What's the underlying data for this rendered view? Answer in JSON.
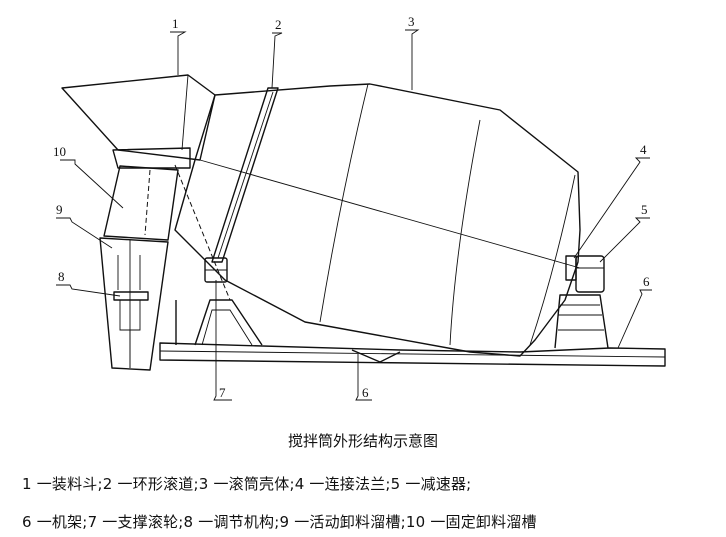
{
  "callouts": [
    {
      "id": "1",
      "label": "1"
    },
    {
      "id": "2",
      "label": "2"
    },
    {
      "id": "3",
      "label": "3"
    },
    {
      "id": "4",
      "label": "4"
    },
    {
      "id": "5",
      "label": "5"
    },
    {
      "id": "6a",
      "label": "6"
    },
    {
      "id": "6b",
      "label": "6"
    },
    {
      "id": "7",
      "label": "7"
    },
    {
      "id": "8",
      "label": "8"
    },
    {
      "id": "9",
      "label": "9"
    },
    {
      "id": "10",
      "label": "10"
    }
  ],
  "caption": "搅拌筒外形结构示意图",
  "legend_line1": "1 一装料斗;2 一环形滚道;3 一滚筒壳体;4 一连接法兰;5 一减速器;",
  "legend_line2": "6 一机架;7 一支撑滚轮;8 一调节机构;9 一活动卸料溜槽;10 一固定卸料溜槽"
}
